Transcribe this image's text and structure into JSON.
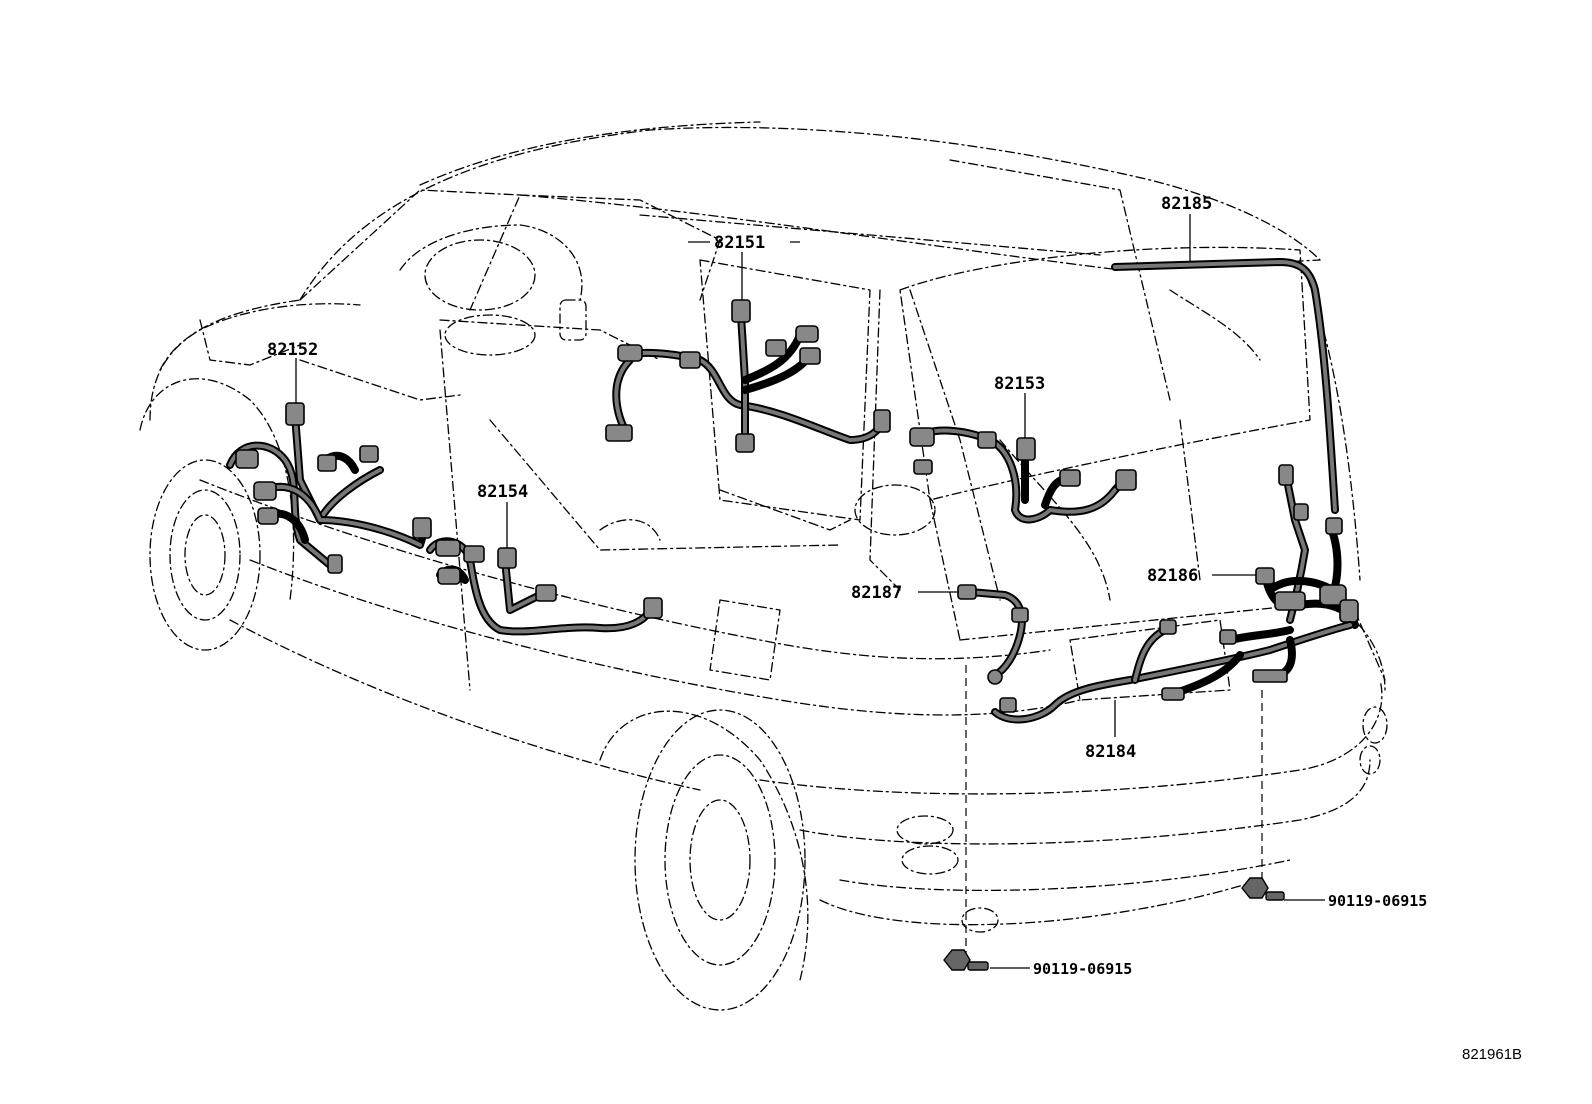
{
  "diagram_id": "821961B",
  "callouts": [
    {
      "id": "82151",
      "label": "82151"
    },
    {
      "id": "82152",
      "label": "82152"
    },
    {
      "id": "82153",
      "label": "82153"
    },
    {
      "id": "82154",
      "label": "82154"
    },
    {
      "id": "82184",
      "label": "82184"
    },
    {
      "id": "82185",
      "label": "82185"
    },
    {
      "id": "82186",
      "label": "82186"
    },
    {
      "id": "82187",
      "label": "82187"
    },
    {
      "id": "90119-06915-left",
      "label": "90119-06915"
    },
    {
      "id": "90119-06915-right",
      "label": "90119-06915"
    }
  ],
  "components": {
    "harness_color": "#777777",
    "line_color": "#000000",
    "background": "#ffffff"
  }
}
